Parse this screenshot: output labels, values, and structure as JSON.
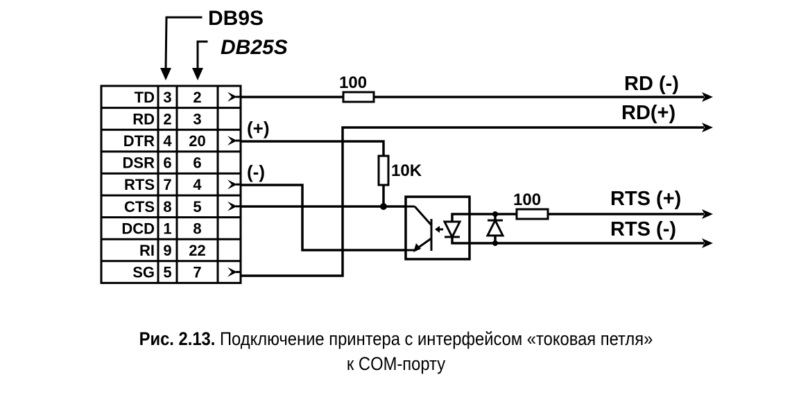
{
  "connectors": {
    "db9_label": "DB9S",
    "db25_label": "DB25S"
  },
  "pin_table": {
    "rows": [
      {
        "signal": "TD",
        "db9": "3",
        "db25": "2",
        "used": true
      },
      {
        "signal": "RD",
        "db9": "2",
        "db25": "3",
        "used": false
      },
      {
        "signal": "DTR",
        "db9": "4",
        "db25": "20",
        "used": true
      },
      {
        "signal": "DSR",
        "db9": "6",
        "db25": "6",
        "used": false
      },
      {
        "signal": "RTS",
        "db9": "7",
        "db25": "4",
        "used": true
      },
      {
        "signal": "CTS",
        "db9": "8",
        "db25": "5",
        "used": true
      },
      {
        "signal": "DCD",
        "db9": "1",
        "db25": "8",
        "used": false
      },
      {
        "signal": "RI",
        "db9": "9",
        "db25": "22",
        "used": false
      },
      {
        "signal": "SG",
        "db9": "5",
        "db25": "7",
        "used": true
      }
    ]
  },
  "components": {
    "r1_value": "100",
    "r2_value": "10K",
    "r3_value": "100"
  },
  "polarity": {
    "plus": "(+)",
    "minus": "(-)"
  },
  "outputs": {
    "rd_minus": "RD (-)",
    "rd_plus": "RD(+)",
    "rts_plus": "RTS (+)",
    "rts_minus": "RTS (-)"
  },
  "caption": {
    "prefix": "Рис. 2.13.",
    "line1": " Подключение принтера с интерфейсом «токовая петля»",
    "line2": "к COM-порту"
  }
}
